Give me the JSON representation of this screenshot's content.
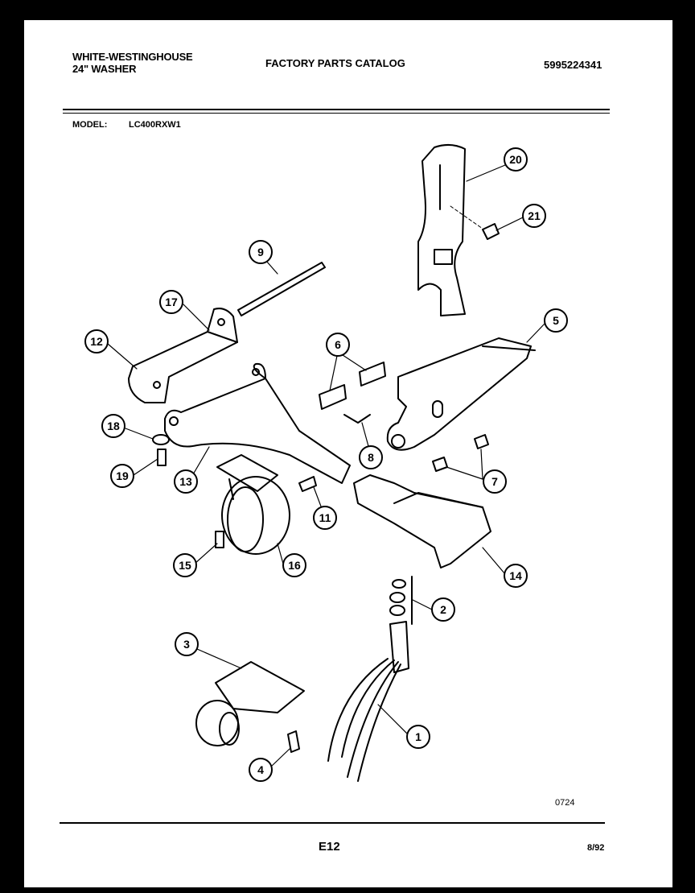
{
  "header": {
    "brand_line1": "WHITE-WESTINGHOUSE",
    "brand_line2": "24\" WASHER",
    "catalog_title": "FACTORY PARTS CATALOG",
    "part_number": "5995224341"
  },
  "model": {
    "label": "MODEL:",
    "value": "LC400RXW1"
  },
  "callouts": [
    "1",
    "2",
    "3",
    "4",
    "5",
    "6",
    "7",
    "8",
    "9",
    "11",
    "12",
    "13",
    "14",
    "15",
    "16",
    "17",
    "18",
    "19",
    "20",
    "21"
  ],
  "footer": {
    "code": "0724",
    "page": "E12",
    "date": "8/92"
  }
}
